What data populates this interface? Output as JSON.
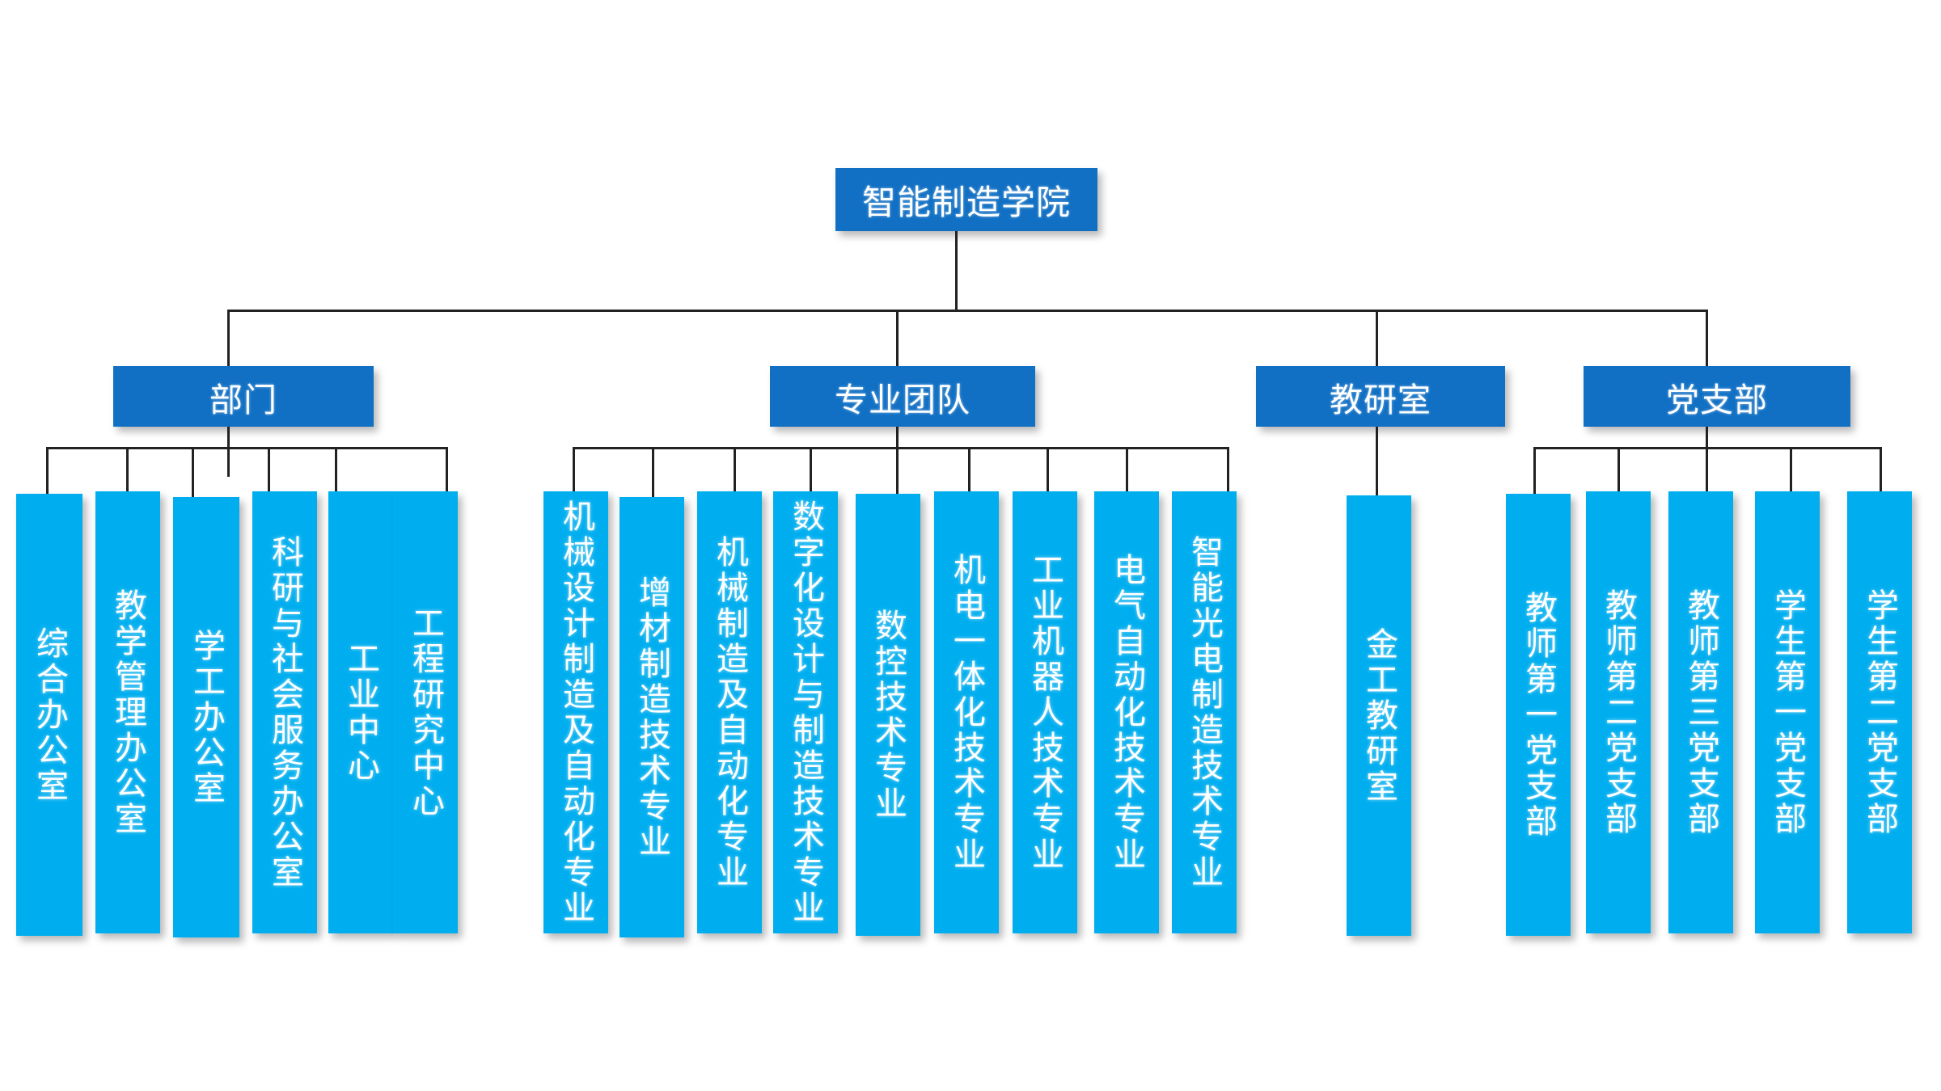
{
  "chart_type": "organization-chart",
  "theme": {
    "background": "#FFFFFF",
    "root_fill": "#1170C4",
    "group_fill": "#1170C4",
    "leaf_fill": "#00AEEF",
    "text_color": "#FFFFFF",
    "connector_color": "#222222"
  },
  "root": {
    "label": "智能制造学院"
  },
  "groups": [
    {
      "key": "department",
      "label": "部门",
      "children": [
        {
          "label": "综合办公室"
        },
        {
          "label": "教学管理办公室"
        },
        {
          "label": "学工办公室"
        },
        {
          "label": "科研与社会服务办公室"
        },
        {
          "label": "工业中心"
        },
        {
          "label": "工程研究中心"
        }
      ]
    },
    {
      "key": "professional-team",
      "label": "专业团队",
      "children": [
        {
          "label": "机械设计制造及自动化专业"
        },
        {
          "label": "增材制造技术专业"
        },
        {
          "label": "机械制造及自动化专业"
        },
        {
          "label": "数字化设计与制造技术专业"
        },
        {
          "label": "数控技术专业"
        },
        {
          "label": "机电一体化技术专业"
        },
        {
          "label": "工业机器人技术专业"
        },
        {
          "label": "电气自动化技术专业"
        },
        {
          "label": "智能光电制造技术专业"
        }
      ]
    },
    {
      "key": "teaching-research-office",
      "label": "教研室",
      "children": [
        {
          "label": "金工教研室"
        }
      ]
    },
    {
      "key": "party-branch",
      "label": "党支部",
      "children": [
        {
          "label": "教师第一党支部"
        },
        {
          "label": "教师第二党支部"
        },
        {
          "label": "教师第三党支部"
        },
        {
          "label": "学生第一党支部"
        },
        {
          "label": "学生第二党支部"
        }
      ]
    }
  ]
}
